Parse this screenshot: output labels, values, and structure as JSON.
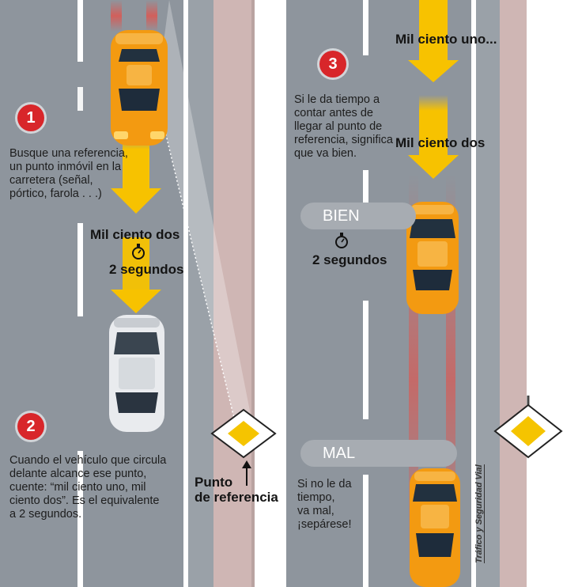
{
  "colors": {
    "road": "#8e959d",
    "shoulder": "#cfb6b4",
    "lane_marking": "#ffffff",
    "arrow": "#f7c200",
    "car": "#f39a11",
    "step_badge": "#d8262a",
    "status_pill": "#a7acb2"
  },
  "left_panel": {
    "step1": {
      "number": "1",
      "text_lines": [
        "Busque una referencia,",
        "un punto inmóvil en la",
        "carretera (señal,",
        "pórtico, farola . . .)"
      ]
    },
    "count_label": "Mil ciento dos",
    "seconds_label": "2 segundos",
    "step2": {
      "number": "2",
      "text_lines": [
        "Cuando el vehículo que circula",
        "delante alcance ese punto,",
        "cuente: “mil ciento uno, mil",
        "ciento dos”.  Es el equivalente",
        "a 2 segundos."
      ]
    },
    "reference_label_lines": [
      "Punto",
      "de referencia"
    ]
  },
  "right_panel": {
    "count_first": "Mil ciento uno...",
    "count_second": "Mil ciento dos",
    "step3": {
      "number": "3",
      "text_lines": [
        "Si le da tiempo a",
        "contar antes de",
        "llegar al punto de",
        "referencia, significa",
        "que va bien."
      ]
    },
    "good_pill": "BIEN",
    "seconds_label": "2 segundos",
    "bad_pill": "MAL",
    "bad_text_lines": [
      "Si no le da",
      "tiempo,",
      "va mal,",
      "¡sepárese!"
    ]
  },
  "credit": "Tráfico y Seguridad Vial"
}
